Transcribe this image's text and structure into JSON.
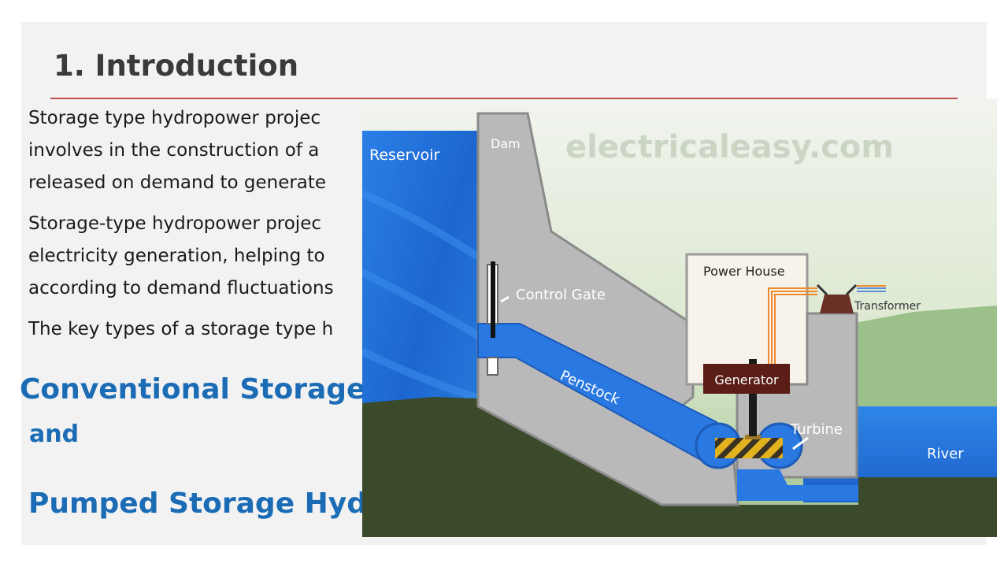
{
  "slide": {
    "title": "1. Introduction",
    "paragraphs": [
      {
        "lines": [
          "Storage type hydropower projec",
          "involves in the construction of a",
          "released on demand to generate"
        ]
      },
      {
        "lines": [
          "Storage-type hydropower projec",
          "electricity generation, helping to",
          "according to demand fluctuations"
        ]
      },
      {
        "lines": [
          "The key types of a storage type h"
        ]
      }
    ],
    "headings": {
      "conventional": "Conventional Storage",
      "and": "and",
      "pumped": "Pumped Storage Hyd"
    }
  },
  "diagram": {
    "watermark": "electricaleasy.com",
    "labels": {
      "reservoir": "Reservoir",
      "dam": "Dam",
      "control_gate": "Control Gate",
      "penstock": "Penstock",
      "power_house": "Power House",
      "transformer": "Transformer",
      "generator": "Generator",
      "turbine": "Turbine",
      "river": "River"
    }
  },
  "colors": {
    "title_text": "#3a3a3a",
    "title_rule": "#c0504d",
    "heading_blue": "#1b6cb5",
    "water": "#1f6fd6",
    "ground": "#3c4a2c",
    "concrete": "#b9b9b9",
    "generator": "#5a1e16",
    "sky": "#d9e6cf"
  }
}
